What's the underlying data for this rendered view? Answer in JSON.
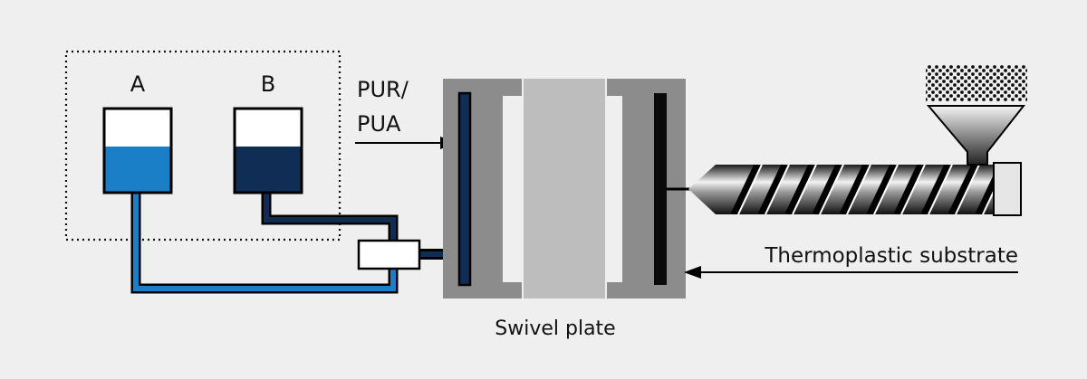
{
  "labels": {
    "tank_a": "A",
    "tank_b": "B",
    "coating": "PUR/\nPUA",
    "swivel_plate": "Swivel plate",
    "substrate": "Thermoplastic substrate"
  },
  "colors": {
    "background": "#efeff0",
    "component_a": "#1a7fc6",
    "component_b": "#0f2d55",
    "mold_dark": "#8c8c8c",
    "mold_light": "#bdbdbd",
    "platen": "#0a0a0a"
  },
  "icons": [
    "tank-a-icon",
    "tank-b-icon",
    "mixing-head-icon",
    "injection-screw-icon",
    "hopper-icon"
  ]
}
